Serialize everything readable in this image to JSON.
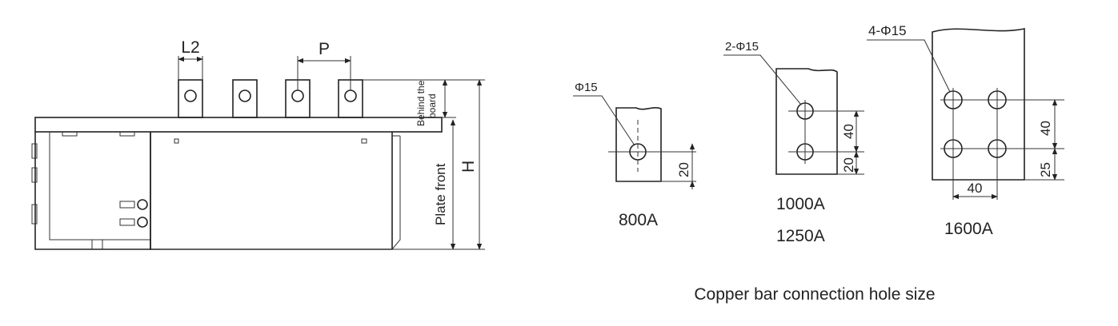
{
  "left_view": {
    "dim_l2": "L2",
    "dim_p": "P",
    "dim_h": "H",
    "behind_line1": "Behind the",
    "behind_line2": "board",
    "plate_front": "Plate front"
  },
  "hole_details": [
    {
      "hole_label": "Φ15",
      "dims": [
        "20"
      ],
      "ratings": [
        "800A"
      ]
    },
    {
      "hole_label": "2-Φ15",
      "dims": [
        "40",
        "20"
      ],
      "ratings": [
        "1000A",
        "1250A"
      ]
    },
    {
      "hole_label": "4-Φ15",
      "dims": [
        "40",
        "25",
        "40"
      ],
      "ratings": [
        "1600A"
      ]
    }
  ],
  "caption": "Copper bar connection hole size"
}
